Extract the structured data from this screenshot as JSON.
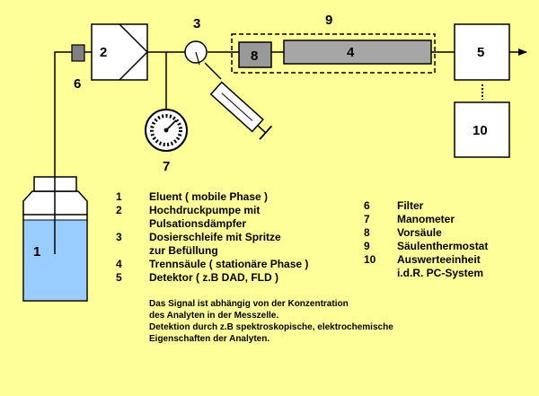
{
  "diagram": {
    "component_numbers": {
      "eluent": "1",
      "pump": "2",
      "injector": "3",
      "column": "4",
      "detector": "5",
      "filter": "6",
      "manometer": "7",
      "precolumn": "8",
      "thermostat": "9",
      "evaluation": "10"
    }
  },
  "legend_left": [
    {
      "num": "1",
      "lines": [
        "Eluent ( mobile Phase )"
      ]
    },
    {
      "num": "2",
      "lines": [
        "Hochdruckpumpe mit",
        "Pulsationsdämpfer"
      ]
    },
    {
      "num": "3",
      "lines": [
        "Dosierschleife mit Spritze",
        "zur Befüllung"
      ]
    },
    {
      "num": "4",
      "lines": [
        "Trennsäule ( stationäre Phase )"
      ]
    },
    {
      "num": "5",
      "lines": [
        "Detektor ( z.B DAD, FLD )"
      ]
    }
  ],
  "legend_right": [
    {
      "num": "6",
      "lines": [
        "Filter"
      ]
    },
    {
      "num": "7",
      "lines": [
        "Manometer"
      ]
    },
    {
      "num": "8",
      "lines": [
        "Vorsäule"
      ]
    },
    {
      "num": "9",
      "lines": [
        "Säulenthermostat"
      ]
    },
    {
      "num": "10",
      "lines": [
        "Auswerteeinheit",
        "i.d.R. PC-System"
      ]
    }
  ],
  "detector_note": [
    "Das Signal ist abhängig von der Konzentration",
    "des Analyten in der Messzelle.",
    "Detektion durch z.B spektroskopische, elektrochemische",
    "Eigenschaften der Analyten."
  ],
  "colors": {
    "background": "#ffff99",
    "eluent_liquid": "#99ccff",
    "filter": "#808080",
    "precolumn": "#999999",
    "column": "#a6a6a6"
  }
}
